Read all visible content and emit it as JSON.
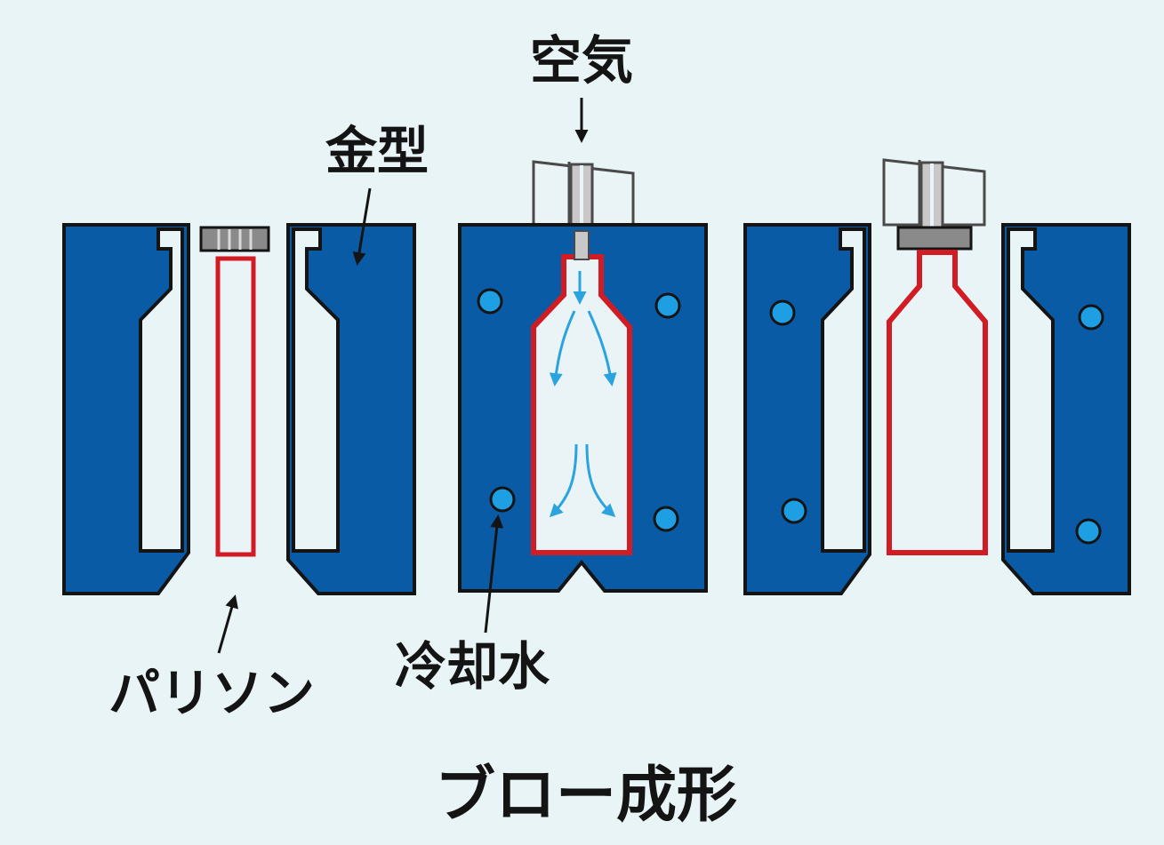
{
  "labels": {
    "air": "空気",
    "mold": "金型",
    "parison": "パリソン",
    "cooling_water": "冷却水",
    "caption": "ブロー成形"
  },
  "colors": {
    "background": "#e9f4f7",
    "mold_fill": "#0a5ba5",
    "outline": "#141414",
    "cavity": "#eaf3f6",
    "parison_red": "#d21c24",
    "water_blue": "#1f9fe3",
    "air_arrow": "#2aa3df",
    "nozzle_gray": "#8a8a8a"
  },
  "stages": [
    "parison-placed",
    "air-blowing",
    "mold-opened"
  ]
}
